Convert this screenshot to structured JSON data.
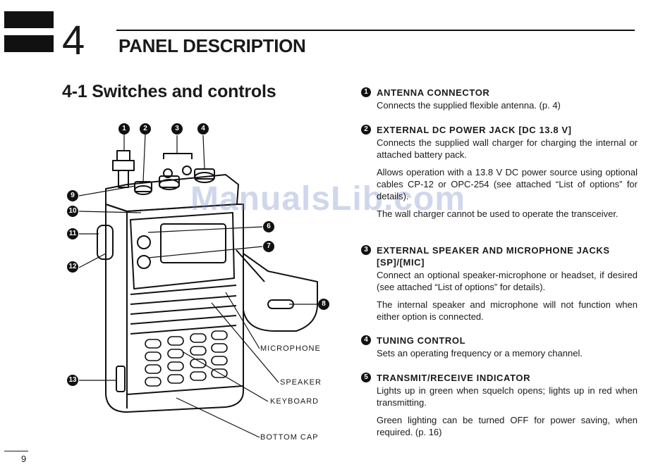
{
  "chapter": {
    "number": "4",
    "title": "PANEL DESCRIPTION"
  },
  "section": {
    "title": "4-1 Switches and controls"
  },
  "page_number": "9",
  "watermark": "ManualsLib.com",
  "diagram": {
    "labels": {
      "microphone": "MICROPHONE",
      "speaker": "SPEAKER",
      "keyboard": "KEYBOARD",
      "bottom_cap": "BOTTOM CAP"
    },
    "callouts": [
      "1",
      "2",
      "3",
      "4",
      "6",
      "7",
      "8",
      "9",
      "10",
      "11",
      "12",
      "13"
    ]
  },
  "items": [
    {
      "num": "1",
      "title": "ANTENNA CONNECTOR",
      "paragraphs": [
        "Connects the supplied flexible antenna. (p. 4)"
      ]
    },
    {
      "num": "2",
      "title": "EXTERNAL DC POWER JACK [DC 13.8 V]",
      "paragraphs": [
        "Connects the supplied wall charger for charging the internal or attached battery pack.",
        "Allows operation with a 13.8 V DC power source using optional cables CP-12 or OPC-254 (see attached “List of options” for details).",
        "The wall charger cannot be used to operate the transceiver."
      ]
    },
    {
      "num": "3",
      "title": "EXTERNAL SPEAKER AND MICROPHONE JACKS [SP]/[MIC]",
      "paragraphs": [
        "Connect an optional speaker-microphone or headset, if desired (see attached “List of options” for details).",
        "The internal speaker and microphone will not function when either option is connected."
      ]
    },
    {
      "num": "4",
      "title": "TUNING CONTROL",
      "paragraphs": [
        "Sets an operating frequency or a memory channel."
      ]
    },
    {
      "num": "5",
      "title": "TRANSMIT/RECEIVE INDICATOR",
      "paragraphs": [
        "Lights up in green when squelch opens; lights up in red when transmitting.",
        "Green lighting can be turned OFF for power saving, when required. (p. 16)"
      ]
    }
  ]
}
